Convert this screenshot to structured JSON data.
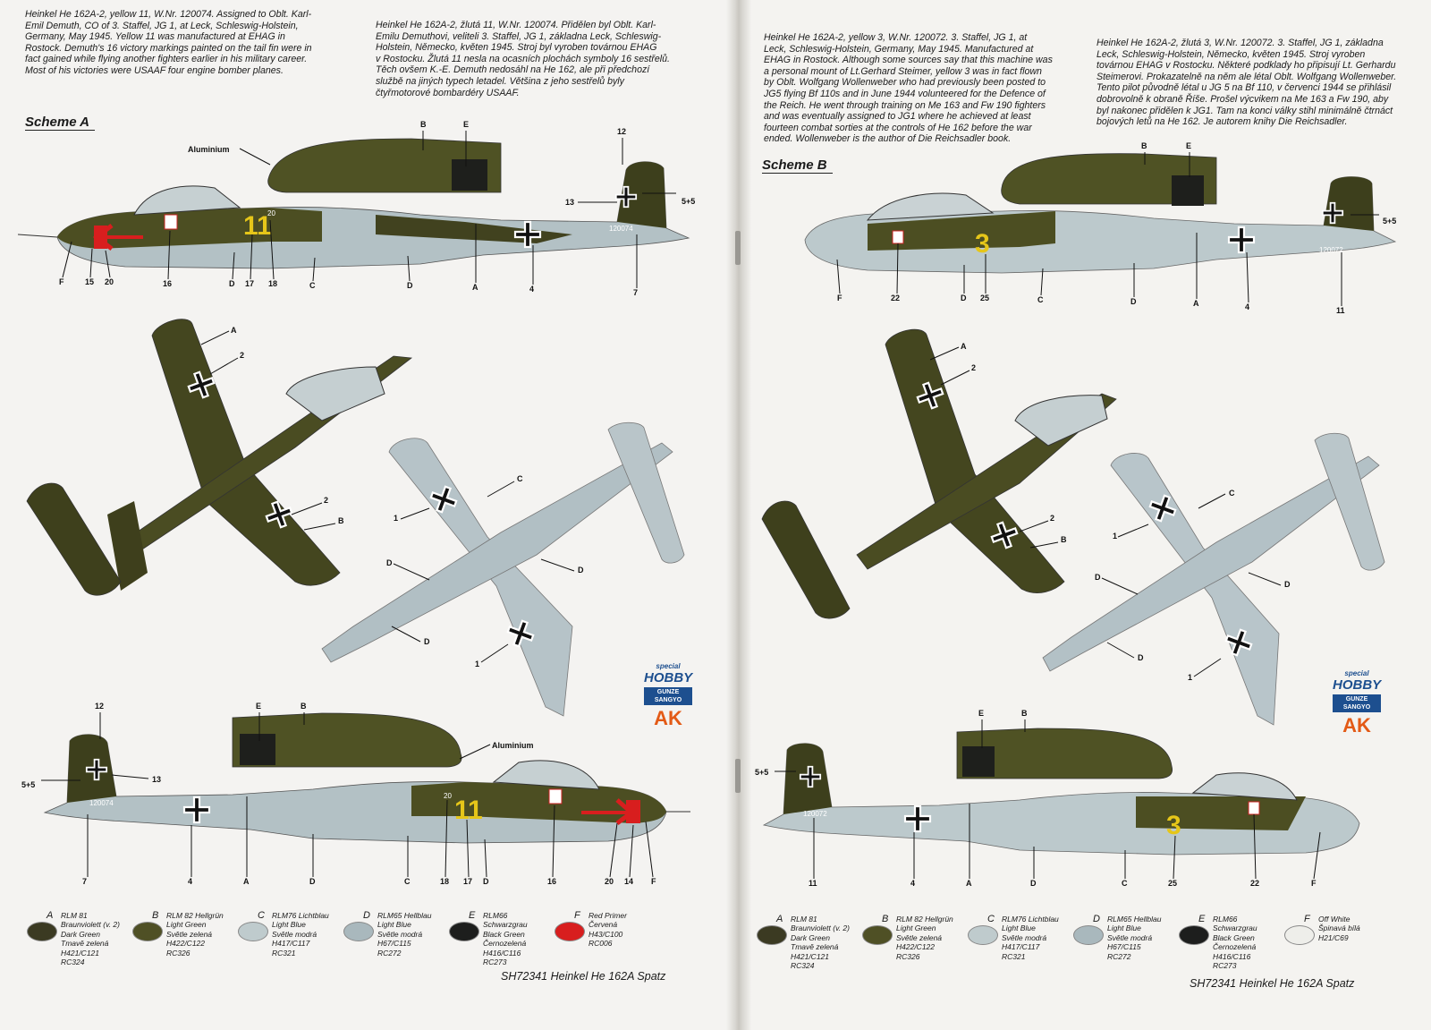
{
  "left_page": {
    "intro_en": "Heinkel He 162A-2, yellow 11, W.Nr. 120074. Assigned to Oblt. Karl-\nEmil Demuth, CO of 3. Staffel, JG 1, at Leck, Schleswig-Holstein,\nGermany, May 1945. Yellow 11 was manufactured at EHAG in\nRostock. Demuth's 16 victory markings painted on the tail fin were in\nfact gained while flying another fighters earlier in his military career.\nMost of his victories were USAAF four engine bomber planes.",
    "intro_cz": "Heinkel He 162A-2, žlutá 11, W.Nr. 120074. Přidělen byl Oblt. Karl-\nEmilu Demuthovi, veliteli 3. Staffel, JG 1, základna Leck, Schleswig-\nHolstein, Německo, květen 1945. Stroj byl vyroben továrnou EHAG\nv Rostocku. Žlutá 11 nesla na ocasních plochách symboly 16 sestřelů.\nTěch ovšem K.-E. Demuth nedosáhl na He 162, ale při předchozí\nslužbě na jiných typech letadel. Většina z jeho sestřelů byly\nčtyřmotorové bombardéry USAAF.",
    "scheme": "Scheme A",
    "aircraft_number": "11",
    "werk_nr": "120074",
    "victory_number": "20",
    "callouts_top": {
      "aluminium": "Aluminium",
      "b": "B",
      "e": "E",
      "n12": "12",
      "n13": "13",
      "n55": "5+5",
      "f": "F",
      "n15": "15",
      "n20": "20",
      "n16": "16",
      "d1": "D",
      "n17": "17",
      "n18": "18",
      "c": "C",
      "d2": "D",
      "a": "A",
      "n4": "4",
      "n7": "7"
    },
    "callouts_plan": {
      "a": "A",
      "n2a": "2",
      "n2b": "2",
      "b": "B",
      "c": "C",
      "n1a": "1",
      "d1": "D",
      "d2": "D",
      "d3": "D",
      "n1b": "1"
    },
    "callouts_bottom": {
      "n12": "12",
      "e": "E",
      "b": "B",
      "aluminium": "Aluminium",
      "n55": "5+5",
      "n13": "13",
      "n7": "7",
      "n4": "4",
      "a": "A",
      "d1": "D",
      "c": "C",
      "n18": "18",
      "n17": "17",
      "d2": "D",
      "n16": "16",
      "n20": "20",
      "n14": "14",
      "f": "F"
    },
    "legend": [
      {
        "letter": "A",
        "color": "#3b3a22",
        "lines": [
          "RLM 81 Braunviolett (v. 2)",
          "Dark Green",
          "Tmavě zelená",
          "H421/C121",
          "RC324"
        ]
      },
      {
        "letter": "B",
        "color": "#4f5025",
        "lines": [
          "RLM 82 Hellgrün",
          "Light Green",
          "Světle zelená",
          "H422/C122",
          "RC326"
        ]
      },
      {
        "letter": "C",
        "color": "#bfcbcd",
        "lines": [
          "RLM76 Lichtblau",
          "Light Blue",
          "Světle modrá",
          "H417/C117",
          "RC321"
        ]
      },
      {
        "letter": "D",
        "color": "#a9b8bd",
        "lines": [
          "RLM65 Hellblau",
          "Light Blue",
          "Světle modrá",
          "H67/C115",
          "RC272"
        ]
      },
      {
        "letter": "E",
        "color": "#1d1e1d",
        "lines": [
          "RLM66 Schwarzgrau",
          "Black Green",
          "Černozelená",
          "H416/C116",
          "RC273"
        ]
      },
      {
        "letter": "F",
        "color": "#d81e1e",
        "lines": [
          "Red Primer",
          "Červená",
          "H43/C100",
          "RC006"
        ]
      }
    ],
    "footer": "SH72341 Heinkel He 162A Spatz"
  },
  "right_page": {
    "intro_en": "Heinkel He 162A-2, yellow 3, W.Nr. 120072. 3. Staffel, JG 1, at\nLeck, Schleswig-Holstein, Germany, May 1945. Manufactured at\nEHAG in Rostock. Although some sources say that this machine was\na personal mount of Lt.Gerhard Steimer, yellow 3 was in fact flown\nby Oblt. Wolfgang Wollenweber who had previously been posted to\nJG5 flying Bf 110s and in June 1944 volunteered for the Defence of\nthe Reich. He went through training on Me 163 and Fw 190 fighters\nand was eventually assigned to JG1 where he achieved at least\nfourteen combat sorties at the controls of He 162 before the war\nended. Wollenweber is the author of Die Reichsadler book.",
    "intro_cz": "Heinkel He 162A-2, žlutá 3, W.Nr. 120072. 3. Staffel, JG 1, základna\nLeck, Schleswig-Holstein, Německo, květen 1945. Stroj vyroben\ntovárnou EHAG v Rostocku. Některé podklady ho připisují Lt. Gerhardu\nSteimerovi. Prokazatelně na něm ale létal Oblt. Wolfgang Wollenweber.\nTento pilot původně létal u JG 5 na Bf 110, v červenci 1944 se přihlásil\ndobrovolně k obraně Říše. Prošel výcvikem na Me 163 a Fw 190, aby\nbyl nakonec přidělen k JG1. Tam na konci války stihl minimálně čtrnáct\nbojových letů na He 162. Je autorem knihy Die Reichsadler.",
    "scheme": "Scheme B",
    "aircraft_number": "3",
    "werk_nr": "120072",
    "callouts_top": {
      "b": "B",
      "e": "E",
      "n55": "5+5",
      "f": "F",
      "n22": "22",
      "d1": "D",
      "n25": "25",
      "c": "C",
      "d2": "D",
      "a": "A",
      "n4": "4",
      "n11": "11"
    },
    "callouts_plan": {
      "a": "A",
      "n2a": "2",
      "n2b": "2",
      "b": "B",
      "c": "C",
      "n1a": "1",
      "d1": "D",
      "d2": "D",
      "d3": "D",
      "n1b": "1"
    },
    "callouts_bottom": {
      "e": "E",
      "b": "B",
      "n55": "5+5",
      "n11": "11",
      "n4": "4",
      "a": "A",
      "d": "D",
      "c": "C",
      "n25": "25",
      "n22": "22",
      "f": "F"
    },
    "legend": [
      {
        "letter": "A",
        "color": "#3b3a22",
        "lines": [
          "RLM 81 Braunviolett (v. 2)",
          "Dark Green",
          "Tmavě zelená",
          "H421/C121",
          "RC324"
        ]
      },
      {
        "letter": "B",
        "color": "#4f5025",
        "lines": [
          "RLM 82 Hellgrün",
          "Light Green",
          "Světle zelená",
          "H422/C122",
          "RC326"
        ]
      },
      {
        "letter": "C",
        "color": "#bfcbcd",
        "lines": [
          "RLM76 Lichtblau",
          "Light Blue",
          "Světle modrá",
          "H417/C117",
          "RC321"
        ]
      },
      {
        "letter": "D",
        "color": "#a9b8bd",
        "lines": [
          "RLM65 Hellblau",
          "Light Blue",
          "Světle modrá",
          "H67/C115",
          "RC272"
        ]
      },
      {
        "letter": "E",
        "color": "#1d1e1d",
        "lines": [
          "RLM66 Schwarzgrau",
          "Black Green",
          "Černozelená",
          "H416/C116",
          "RC273"
        ]
      },
      {
        "letter": "F",
        "color": "#eeeeea",
        "lines": [
          "Off White",
          "Špinavá bílá",
          "H21/C69"
        ]
      }
    ],
    "footer": "SH72341 Heinkel He 162A Spatz"
  },
  "logos": {
    "special": "special",
    "hobby": "HOBBY",
    "gunze": "GUNZE SANGYO",
    "ak": "AK"
  }
}
